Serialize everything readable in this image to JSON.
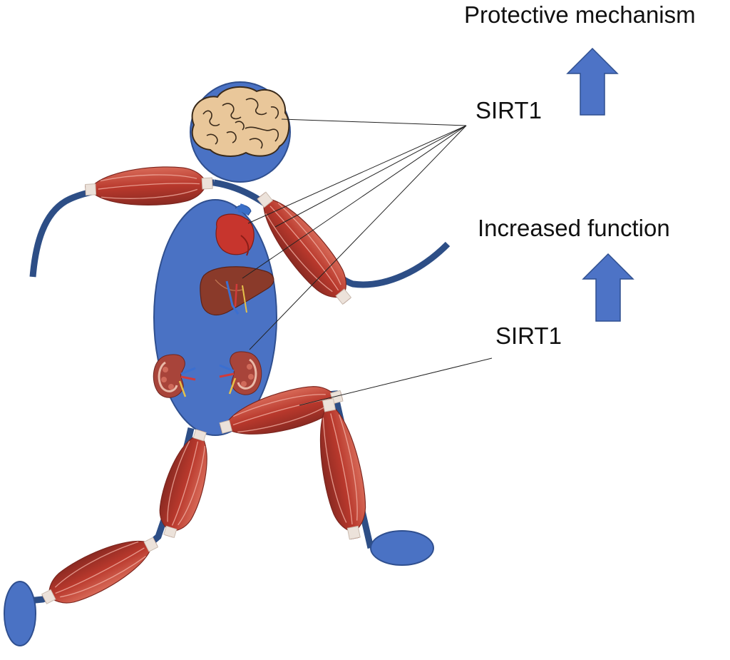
{
  "labels": {
    "top_outcome": "Protective mechanism",
    "top_sirt": "SIRT1",
    "mid_outcome": "Increased function",
    "bottom_sirt": "SIRT1"
  },
  "icons": {
    "up_arrows": [
      "up-arrow-icon",
      "up-arrow-icon"
    ],
    "organs": [
      "brain-icon",
      "heart-icon",
      "liver-icon",
      "kidney-icon",
      "kidney-icon"
    ],
    "muscles": "skeletal-muscle-icon"
  },
  "colors": {
    "body_blue": "#4a72c4",
    "body_outline": "#2f4f8f",
    "limb_navy": "#2d4e86",
    "arrow_blue": "#4d73c6",
    "muscle_red": "#c0473a",
    "muscle_dark": "#8a2a22",
    "tendon": "#e6dcd4",
    "brain_tan": "#e9c79a",
    "heart_red": "#c7352d",
    "liver_brown": "#8a3a2a"
  }
}
